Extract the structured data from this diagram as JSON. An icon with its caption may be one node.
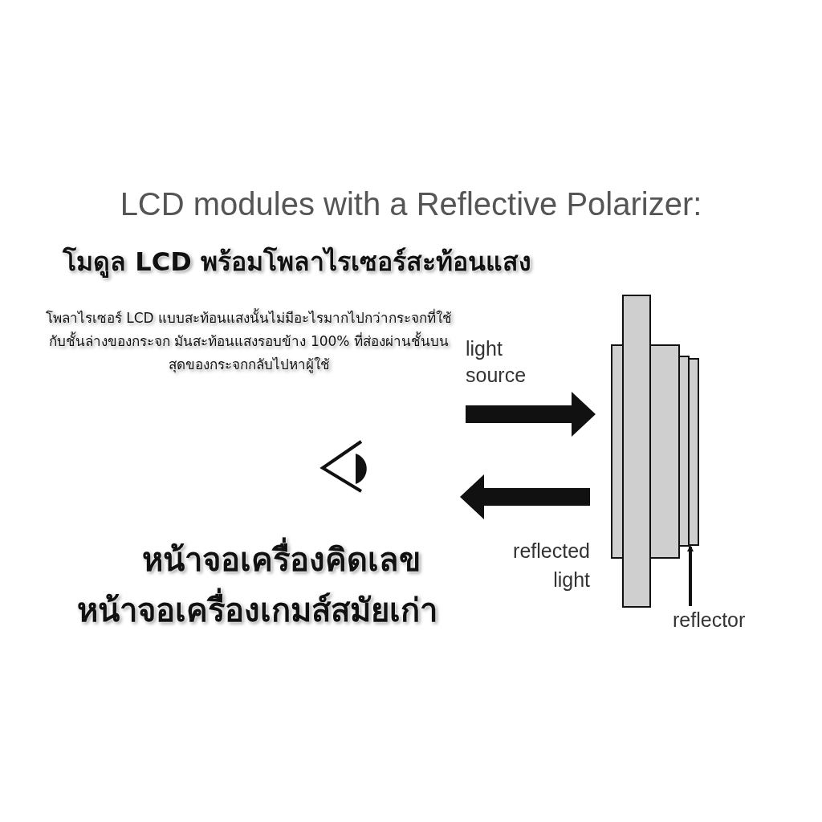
{
  "diagram": {
    "title": "LCD modules with a Reflective Polarizer:",
    "nodes": [
      {
        "text": [
          "reflector"
        ]
      },
      {
        "text": [],
        "shape": "box"
      }
    ],
    "edges": [
      {
        "from": 0,
        "to": 1,
        "arrow": "to"
      }
    ],
    "labels": [
      "โมดูล LCD พร้อมโพลาไรเซอร์สะท้อนแสง",
      "โพลาไรเซอร์ LCD แบบสะท้อนแสงนั้นไม่มีอะไรมากไปกว่ากระจกที่ใช้กับชั้นล่างของกระจก มันสะท้อนแสงรอบข้าง 100% ที่ส่องผ่านชั้นบนสุดของกระจกกลับไปหาผู้ใช้",
      "light source",
      "reflected light",
      "หน้าจอเครื่องคิดเลข",
      "หน้าจอเครื่องเกมส์สมัยเก่า"
    ]
  }
}
